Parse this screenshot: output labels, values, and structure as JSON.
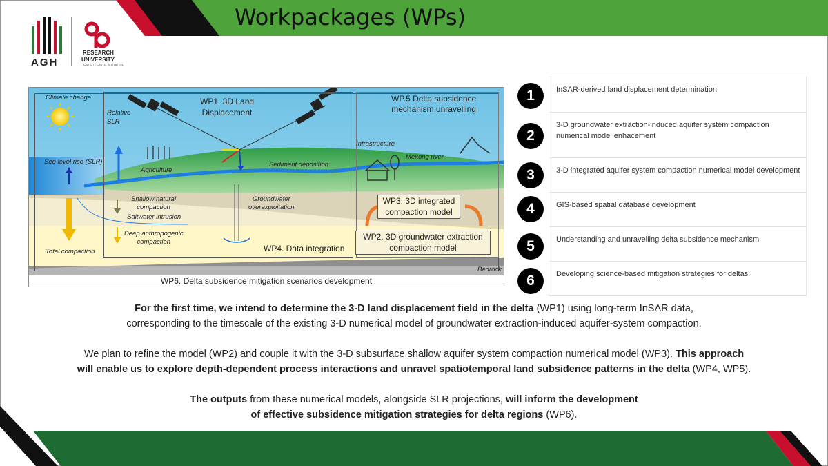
{
  "header": {
    "title": "Workpackages (WPs)"
  },
  "logos": {
    "agh": "AGH",
    "research_line1": "RESEARCH",
    "research_line2": "UNIVERSITY",
    "research_line3": "EXCELLENCE INITIATIVE"
  },
  "colors": {
    "green": "#4ea33b",
    "dark_green": "#1e6b34",
    "red": "#c8102e",
    "black": "#111111"
  },
  "diagram": {
    "climate_change": "Climate change",
    "relative_slr": "Relative\nSLR",
    "wp1": "WP1. 3D Land\nDisplacement",
    "wp5": "WP.5 Delta subsidence\nmechanism unravelling",
    "infrastructure": "Infrastructure",
    "mekong": "Mekong river",
    "agriculture": "Agriculture",
    "sediment": "Sediment deposition",
    "sea_level": "See level rise (SLR)",
    "shallow": "Shallow natural\ncompaction",
    "saltwater": "Saltwater intrusion",
    "groundwater": "Groundwater\noverexploitation",
    "wp3": "WP3. 3D integrated\ncompaction model",
    "deep": "Deep anthropogenic\ncompaction",
    "total": "Total compaction",
    "wp4": "WP4. Data integration",
    "wp2": "WP2. 3D groundwater extraction\ncompaction model",
    "bedrock": "Bedrock",
    "wp6": "WP6. Delta subsidence mitigation scenarios development"
  },
  "workpackages": [
    {
      "num": "1",
      "text": "InSAR-derived land displacement determination"
    },
    {
      "num": "2",
      "text": "3-D groundwater extraction-induced aquifer system compaction numerical model enhacement"
    },
    {
      "num": "3",
      "text": "3-D integrated aquifer system compaction numerical model development"
    },
    {
      "num": "4",
      "text": "GIS-based spatial database development"
    },
    {
      "num": "5",
      "text": "Understanding and unravelling delta subsidence mechanism"
    },
    {
      "num": "6",
      "text": "Developing science-based mitigation strategies for deltas"
    }
  ],
  "paragraphs": {
    "p1_bold": "For the first time, we intend to determine the 3-D land displacement field in the delta",
    "p1_rest": " (WP1) using long-term InSAR data,",
    "p1_line2": "corresponding to the timescale of the existing 3-D numerical model of groundwater extraction-induced aquifer-system compaction.",
    "p2_plain": "We plan to refine the model (WP2) and couple it with the 3-D subsurface shallow aquifer system compaction numerical model (WP3). ",
    "p2_bold1": "This approach",
    "p2_bold2": "will enable us to explore depth-dependent process interactions and unravel spatiotemporal land subsidence patterns in the delta",
    "p2_rest": " (WP4, WP5).",
    "p3_bold1": "The outputs",
    "p3_plain1": " from these numerical models, alongside SLR projections, ",
    "p3_bold2": "will inform the development",
    "p3_bold3": "of effective subsidence mitigation strategies for delta regions",
    "p3_rest": " (WP6)."
  }
}
